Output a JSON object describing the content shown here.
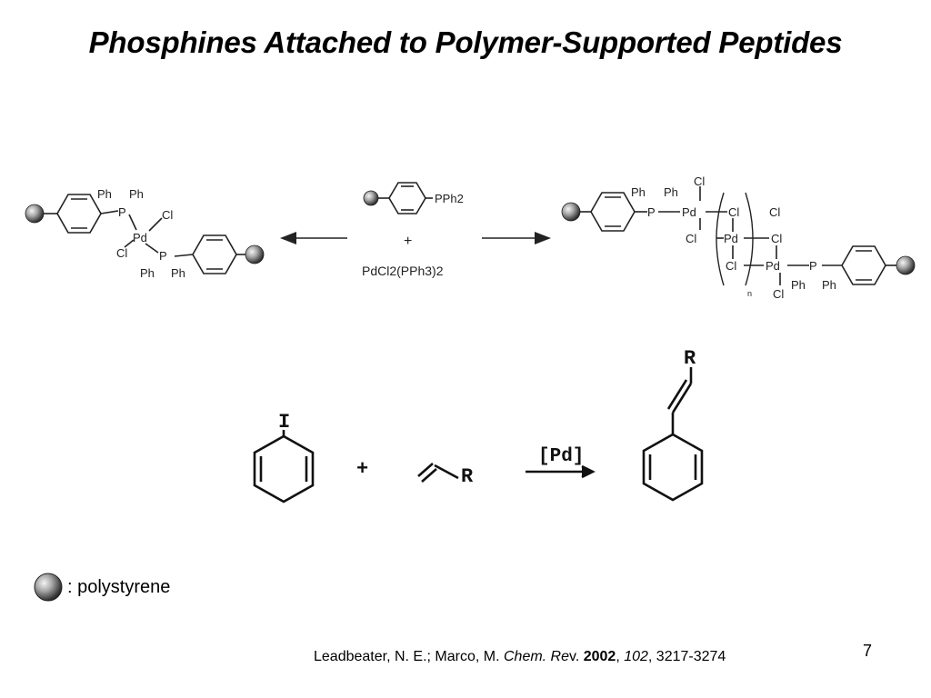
{
  "slide": {
    "title": "Phosphines Attached to Polymer-Supported Peptides",
    "page_number": "7"
  },
  "legend": {
    "label": ": polystyrene"
  },
  "citation": {
    "authors": "Leadbeater, N. E.; Marco, M. ",
    "journal_a": "Chem. Re",
    "journal_b": "v. ",
    "year": "2002",
    "sep1": ", ",
    "volume": "102",
    "pages": ", 3217-3274"
  },
  "scheme1": {
    "reagent_substituent": "PPh2",
    "plus": "+",
    "reagent2": "PdCl2(PPh3)2",
    "left_product": {
      "atoms": [
        "Ph",
        "Ph",
        "P",
        "Cl",
        "Pd",
        "Cl",
        "P",
        "Ph",
        "Ph"
      ]
    },
    "right_product": {
      "atoms": [
        "Ph",
        "Ph",
        "P",
        "Pd",
        "Cl",
        "Cl",
        "Cl",
        "Pd",
        "Cl",
        "Cl",
        "Cl",
        "Pd",
        "Cl",
        "P",
        "Ph",
        "Ph"
      ],
      "repeat_subscript": "n"
    }
  },
  "scheme2": {
    "iodide_atom": "I",
    "plus": "+",
    "alkene_substituent": "R",
    "catalyst": "[Pd]",
    "product_substituent": "R"
  },
  "colors": {
    "text": "#000000",
    "bead_dark": "#333333",
    "bead_light": "#f2f2f2"
  }
}
